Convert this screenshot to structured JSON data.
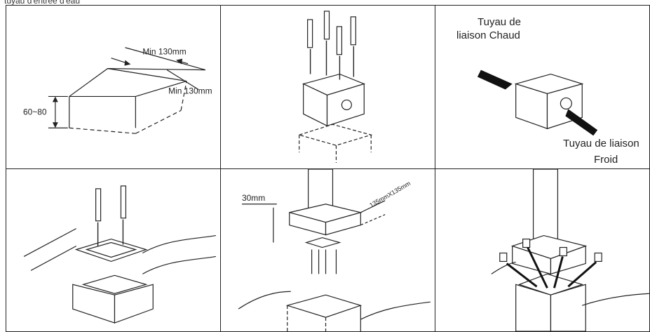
{
  "caption": "tuyau d'entrée d'eau",
  "panels": {
    "p1": {
      "min1": "Min 130mm",
      "min2": "Min 130mm",
      "depth": "60~80"
    },
    "p3": {
      "hot_line1": "Tuyau de",
      "hot_line2": "liaison Chaud",
      "cold_line1": "Tuyau de liaison",
      "cold_line2": "Froid"
    },
    "p5": {
      "height": "30mm",
      "size": "135mmX135mm"
    }
  }
}
